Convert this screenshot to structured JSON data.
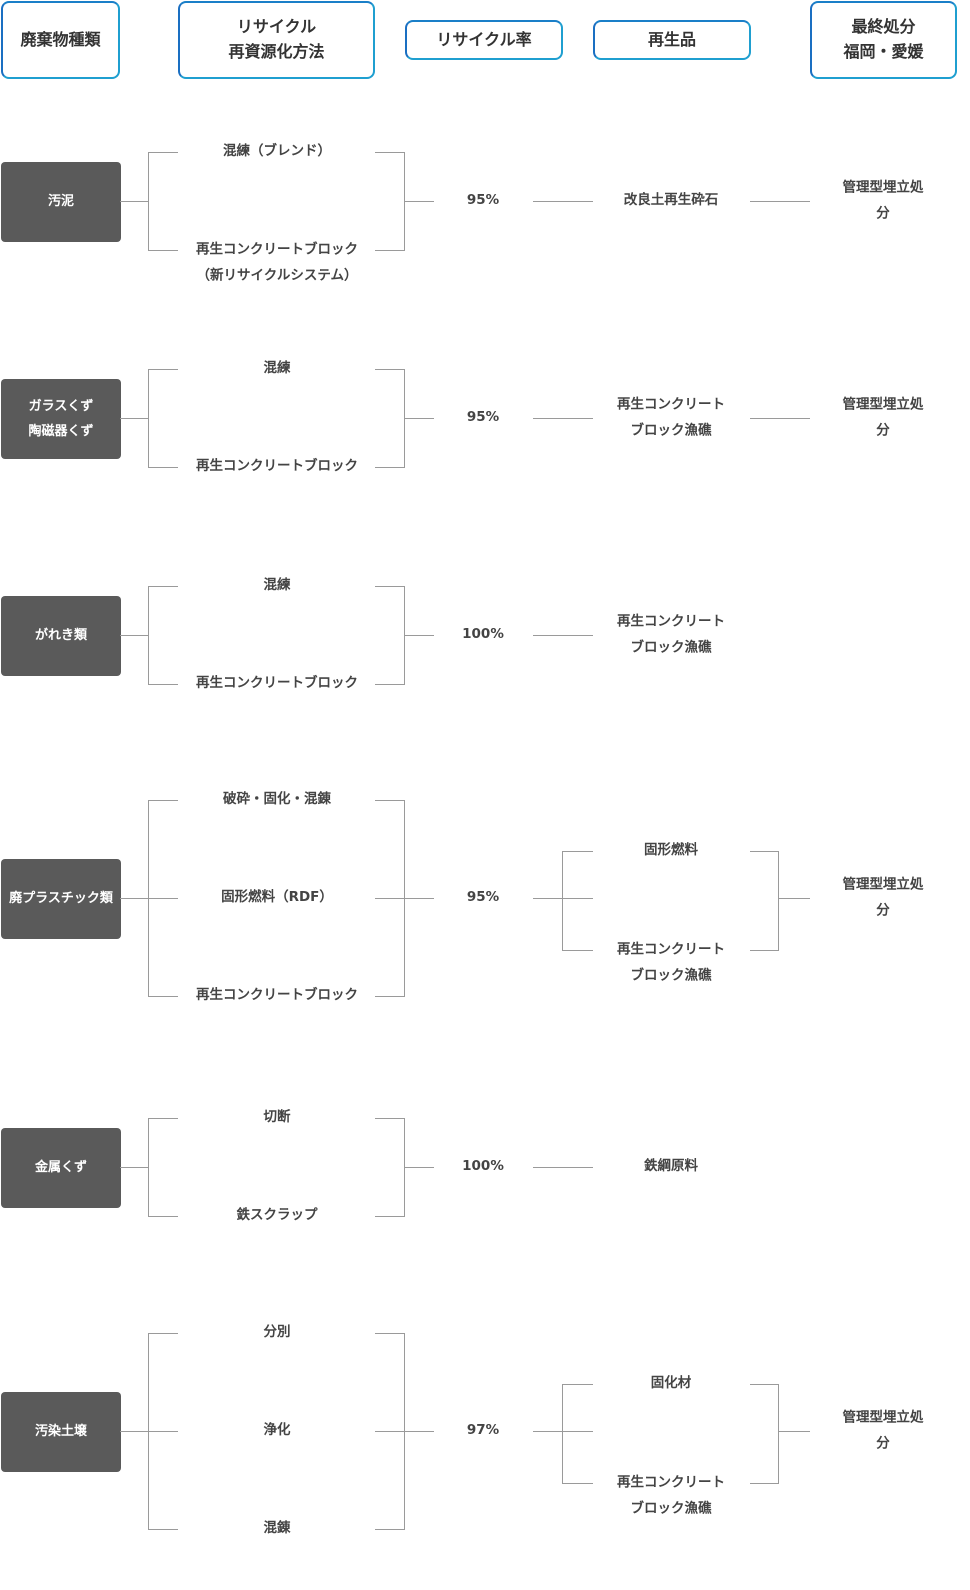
{
  "headers": {
    "waste_type": "廃棄物種類",
    "method": "リサイクル\n再資源化方法",
    "rate": "リサイクル率",
    "product": "再生品",
    "disposal": "最終処分\n福岡・愛媛"
  },
  "rows": [
    {
      "waste": "汚泥",
      "methods": [
        "混練（ブレンド）",
        "再生コンクリートブロック\n（新リサイクルシステム）"
      ],
      "rate": "95%",
      "products": [
        "改良土再生砕石"
      ],
      "disposal": "管理型埋立処分"
    },
    {
      "waste": "ガラスくず\n陶磁器くず",
      "methods": [
        "混練",
        "再生コンクリートブロック"
      ],
      "rate": "95%",
      "products": [
        "再生コンクリート\nブロック漁礁"
      ],
      "disposal": "管理型埋立処分"
    },
    {
      "waste": "がれき類",
      "methods": [
        "混練",
        "再生コンクリートブロック"
      ],
      "rate": "100%",
      "products": [
        "再生コンクリート\nブロック漁礁"
      ],
      "disposal": ""
    },
    {
      "waste": "廃プラスチック類",
      "methods": [
        "破砕・固化・混錬",
        "固形燃料（RDF）",
        "再生コンクリートブロック"
      ],
      "rate": "95%",
      "products": [
        "固形燃料",
        "再生コンクリート\nブロック漁礁"
      ],
      "disposal": "管理型埋立処分"
    },
    {
      "waste": "金属くず",
      "methods": [
        "切断",
        "鉄スクラップ"
      ],
      "rate": "100%",
      "products": [
        "鉄綱原料"
      ],
      "disposal": ""
    },
    {
      "waste": "汚染土壌",
      "methods": [
        "分別",
        "浄化",
        "混錬"
      ],
      "rate": "97%",
      "products": [
        "固化材",
        "再生コンクリート\nブロック漁礁"
      ],
      "disposal": "管理型埋立処分"
    }
  ]
}
